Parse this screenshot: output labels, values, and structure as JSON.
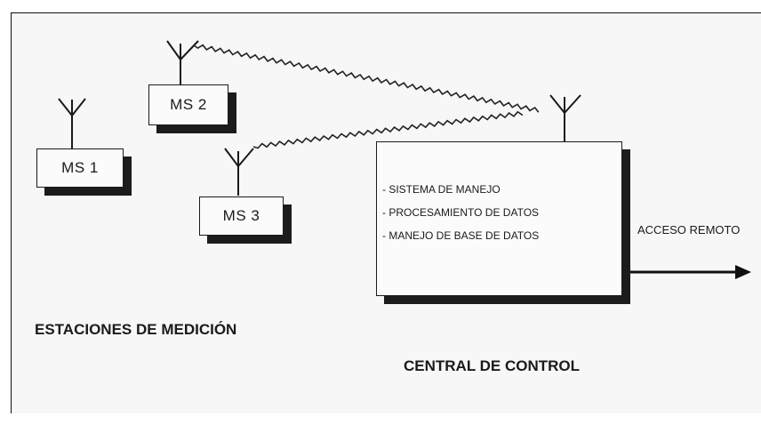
{
  "stations": [
    {
      "label": "MS 1"
    },
    {
      "label": "MS 2"
    },
    {
      "label": "MS 3"
    }
  ],
  "central": {
    "items": [
      "- SISTEMA DE MANEJO",
      "- PROCESAMIENTO DE DATOS",
      "- MANEJO DE BASE DE DATOS"
    ]
  },
  "labels": {
    "stations_caption": "ESTACIONES DE MEDICIÓN",
    "central_caption": "CENTRAL DE CONTROL",
    "remote_access": "ACCESO REMOTO"
  }
}
